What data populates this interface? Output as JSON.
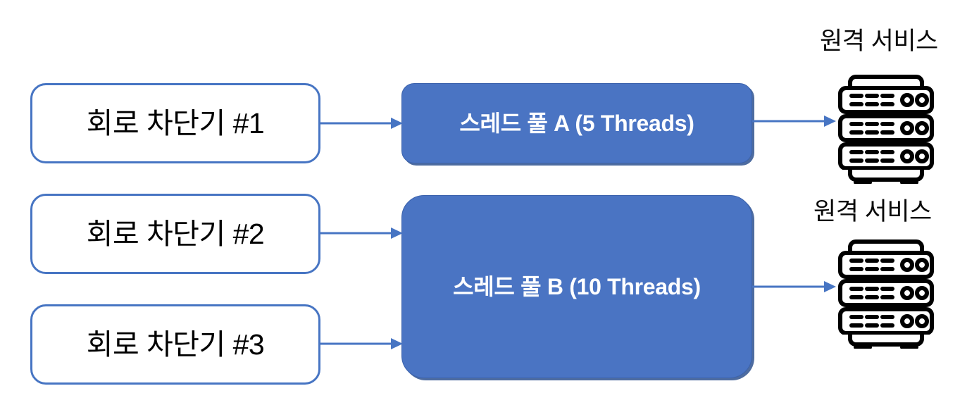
{
  "diagram": {
    "title": "Thread Pool Isolation (Bulkhead) Diagram",
    "colors": {
      "accent_blue": "#4A74C3",
      "border_blue": "#4775C3",
      "shadow_blue": "#2F528F",
      "arrow_blue": "#4775C3",
      "box_fill": "#FFFFFF",
      "text_dark": "#000000",
      "text_light": "#FFFFFF"
    },
    "breakers": [
      {
        "label": "회로 차단기 #1",
        "name": "circuit-breaker-1"
      },
      {
        "label": "회로 차단기 #2",
        "name": "circuit-breaker-2"
      },
      {
        "label": "회로 차단기 #3",
        "name": "circuit-breaker-3"
      }
    ],
    "pools": [
      {
        "label": "스레드 풀 A (5 Threads)",
        "name": "thread-pool-a",
        "threads": 5
      },
      {
        "label": "스레드 풀 B (10 Threads)",
        "name": "thread-pool-b",
        "threads": 10
      }
    ],
    "services": [
      {
        "label": "원격 서비스",
        "name": "remote-service-1",
        "icon": "server-rack-icon"
      },
      {
        "label": "원격 서비스",
        "name": "remote-service-2",
        "icon": "server-rack-icon"
      }
    ],
    "arrows": [
      {
        "name": "arrow-breaker1-to-poolA",
        "from": "회로 차단기 #1",
        "to": "스레드 풀 A (5 Threads)"
      },
      {
        "name": "arrow-breaker2-to-poolB",
        "from": "회로 차단기 #2",
        "to": "스레드 풀 B (10 Threads)"
      },
      {
        "name": "arrow-breaker3-to-poolB",
        "from": "회로 차단기 #3",
        "to": "스레드 풀 B (10 Threads)"
      },
      {
        "name": "arrow-poolA-to-service1",
        "from": "스레드 풀 A (5 Threads)",
        "to": "원격 서비스"
      },
      {
        "name": "arrow-poolB-to-service2",
        "from": "스레드 풀 B (10 Threads)",
        "to": "원격 서비스"
      }
    ]
  }
}
